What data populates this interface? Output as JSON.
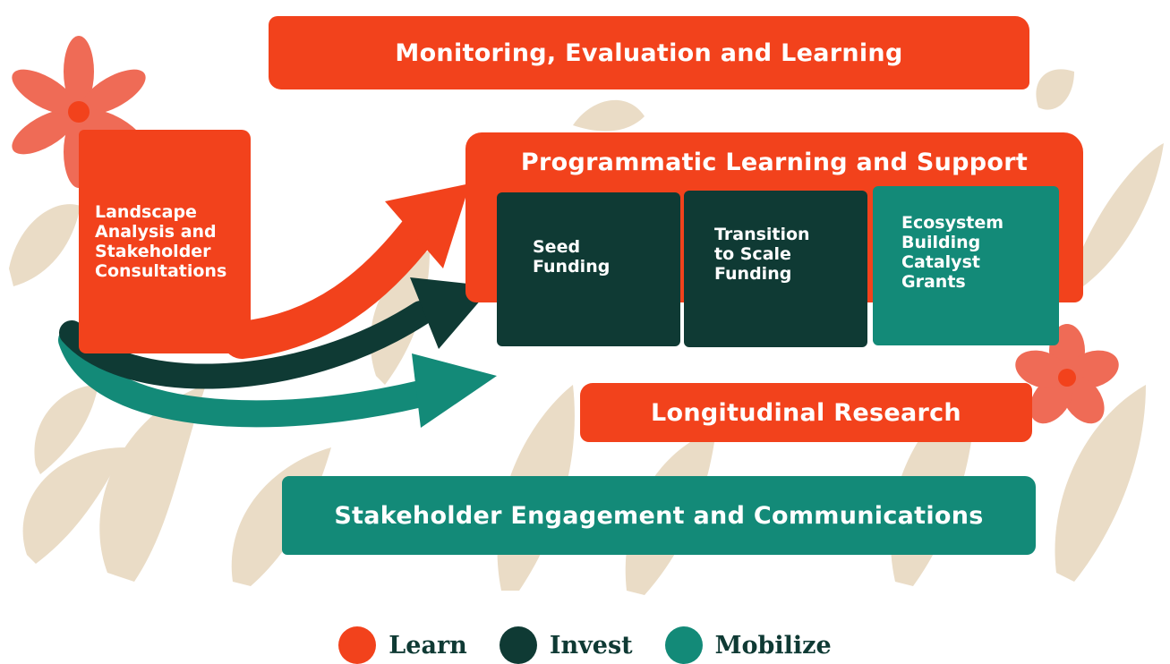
{
  "colors": {
    "learn": "#f2421c",
    "invest": "#0f3a34",
    "mobilize": "#138a78",
    "background_leaf": "#eadcc6",
    "flower": "#ef6b56",
    "legend_text": "#0f3a34"
  },
  "boxes": {
    "mel": "Monitoring,  Evaluation and Learning",
    "pls": "Programmatic Learning and Support",
    "lasc": [
      "Landscape",
      "Analysis and",
      "Stakeholder",
      "Consultations"
    ],
    "seed": [
      "Seed",
      "Funding"
    ],
    "scale": [
      "Transition",
      "to Scale",
      "Funding"
    ],
    "eco": [
      "Ecosystem",
      "Building",
      "Catalyst",
      "Grants"
    ],
    "lr": "Longitudinal Research",
    "sec": "Stakeholder Engagement and Communications"
  },
  "legend": [
    {
      "label": "Learn",
      "color": "#f2421c"
    },
    {
      "label": "Invest",
      "color": "#0f3a34"
    },
    {
      "label": "Mobilize",
      "color": "#138a78"
    }
  ]
}
